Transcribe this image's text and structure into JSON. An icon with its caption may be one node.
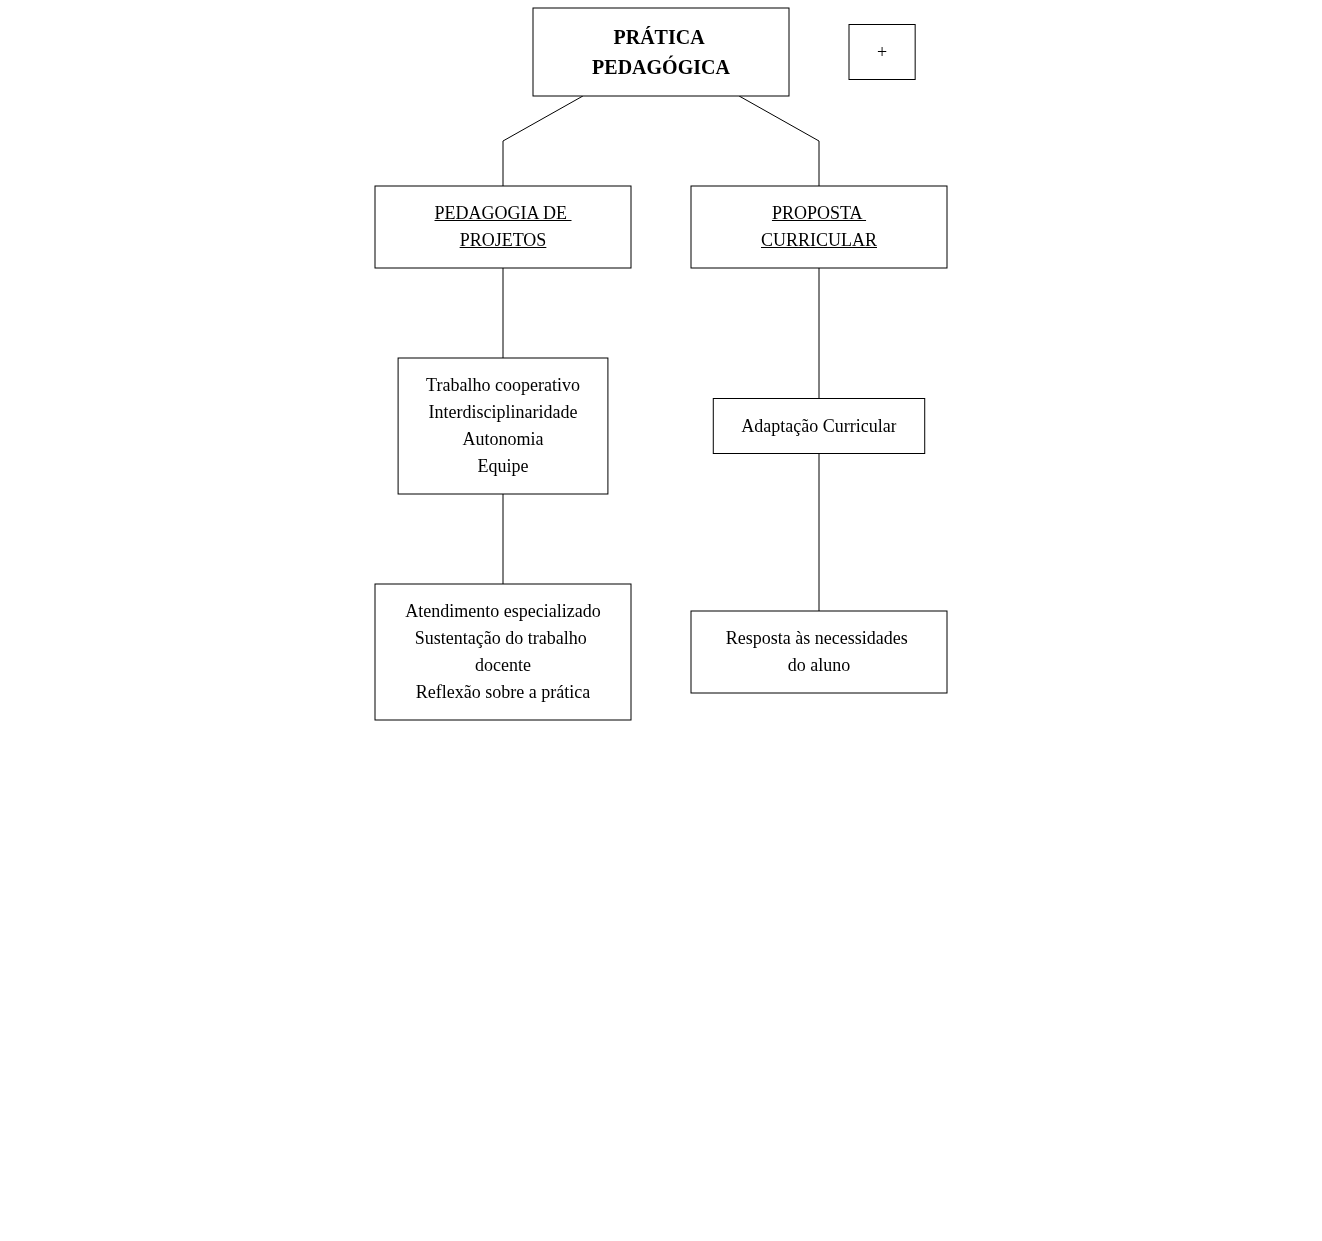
{
  "diagram": {
    "nodes": [
      {
        "text": [
          "PRÁTICA PEDAGÓGICA"
        ]
      },
      {
        "text": [
          "PEDAGOGIA DE PROJETOS"
        ]
      },
      {
        "text": [
          "+"
        ]
      },
      {
        "text": [
          "PROPOSTA CURRICULAR"
        ]
      },
      {
        "text": [
          "Trabalho cooperativo",
          "Interdisciplinaridade",
          "Autonomia",
          "Equipe"
        ]
      },
      {
        "text": [
          "Adaptação Curricular"
        ]
      },
      {
        "text": [
          "Atendimento especializado",
          "Sustentação do trabalho docente",
          "Reflexão sobre a prática"
        ]
      },
      {
        "text": [
          "Resposta às necessidades do aluno"
        ]
      }
    ],
    "edges": [
      {
        "from": 0,
        "to": 1,
        "arrow": "none"
      },
      {
        "from": 0,
        "to": 3,
        "arrow": "none"
      },
      {
        "from": 1,
        "to": 4,
        "arrow": "none"
      },
      {
        "from": 4,
        "to": 6,
        "arrow": "none"
      },
      {
        "from": 3,
        "to": 5,
        "arrow": "none"
      },
      {
        "from": 5,
        "to": 7,
        "arrow": "none"
      }
    ]
  }
}
